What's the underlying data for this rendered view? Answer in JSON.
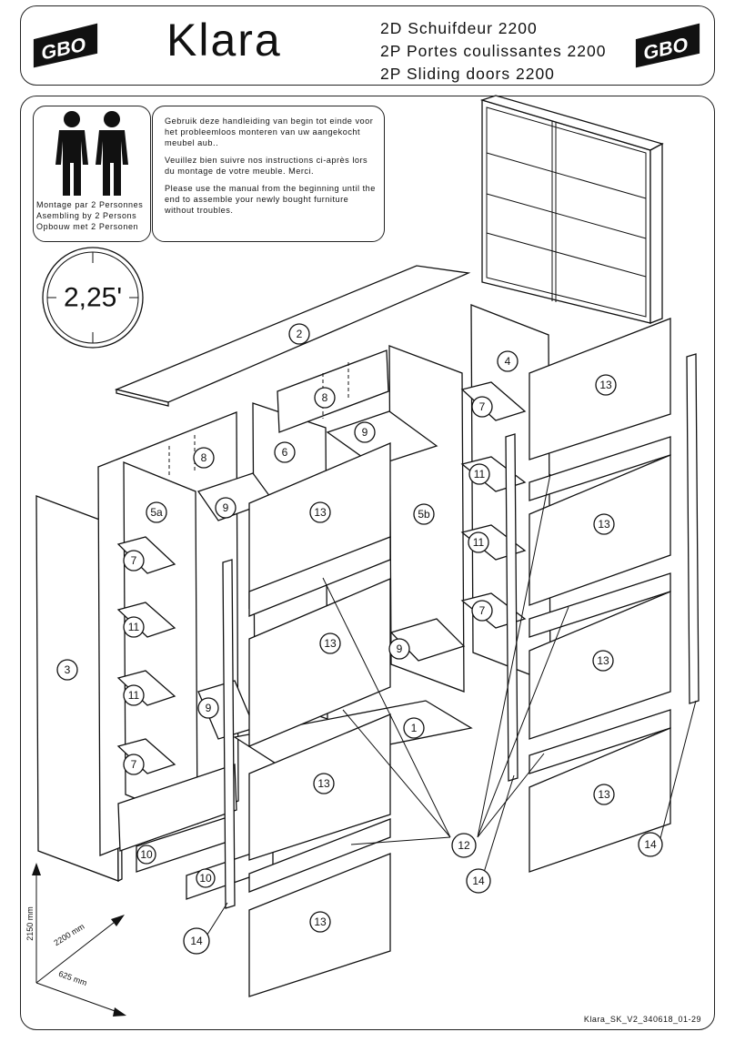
{
  "header": {
    "product_name": "Klara",
    "titles": [
      "2D Schuifdeur 2200",
      "2P Portes coulissantes 2200",
      "2P Sliding doors 2200"
    ],
    "logo_text": "GBO"
  },
  "persons_box": {
    "lines": [
      "Montage par 2 Personnes",
      "Asembling by 2 Persons",
      "Opbouw met 2 Personen"
    ]
  },
  "intro": {
    "paragraphs": [
      "Gebruik deze handleiding van begin tot einde voor het probleemloos monteren van uw aangekocht meubel aub..",
      "Veuillez bien suivre nos instructions ci-après lors du montage de votre meuble. Merci.",
      "Please use the manual from the beginning until the end to assemble your newly bought furniture without troubles."
    ]
  },
  "clock": {
    "time": "2,25'"
  },
  "part_labels": {
    "p1": "1",
    "p2": "2",
    "p3": "3",
    "p4": "4",
    "p5a": "5a",
    "p5b": "5b",
    "p6": "6",
    "p7": "7",
    "p8": "8",
    "p9": "9",
    "p10": "10",
    "p11": "11",
    "p12": "12",
    "p13": "13",
    "p14": "14"
  },
  "dimensions": {
    "height": "2150 mm",
    "width": "2200 mm",
    "depth": "625 mm"
  },
  "footer": {
    "code": "Klara_SK_V2_340618_01-29"
  }
}
